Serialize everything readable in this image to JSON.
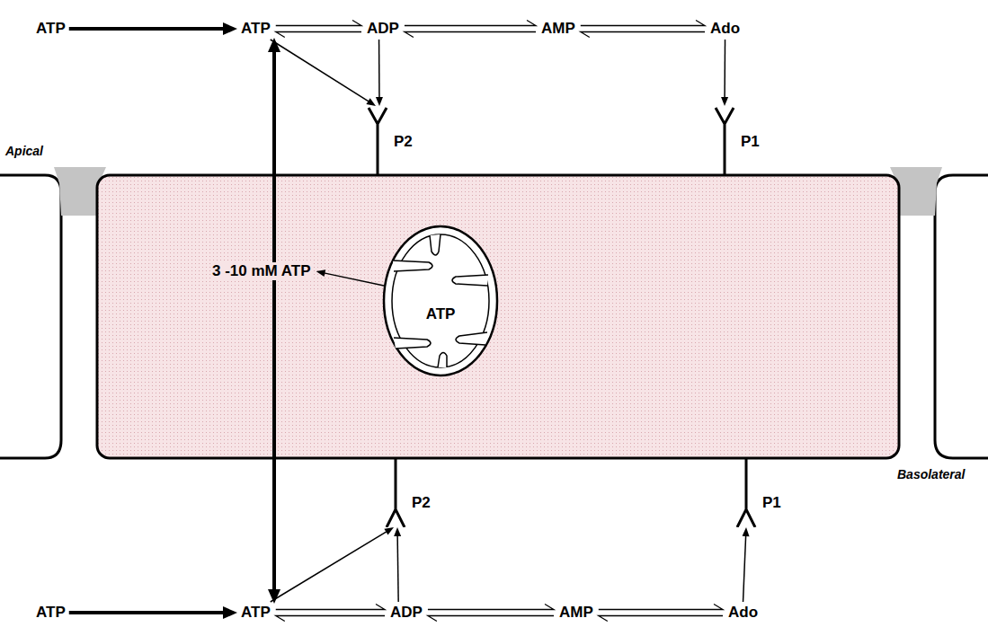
{
  "diagram": {
    "nodes": [
      {
        "text": [
          "ATP"
        ]
      },
      {
        "text": [
          "ATP"
        ]
      },
      {
        "text": [
          "ADP"
        ]
      },
      {
        "text": [
          "AMP"
        ]
      },
      {
        "text": [
          "Ado"
        ]
      },
      {
        "text": [
          "P2"
        ]
      },
      {
        "text": [
          "P1"
        ]
      },
      {
        "text": [
          "ATP"
        ]
      },
      {
        "text": [
          "3 -10 mM ATP"
        ]
      },
      {
        "text": [
          "P2"
        ]
      },
      {
        "text": [
          "P1"
        ]
      },
      {
        "text": [
          "ATP"
        ]
      },
      {
        "text": [
          "ATP"
        ]
      },
      {
        "text": [
          "ADP"
        ]
      },
      {
        "text": [
          "AMP"
        ]
      },
      {
        "text": [
          "Ado"
        ]
      }
    ],
    "edges": [
      {
        "from": 0,
        "to": 1,
        "arrow": "to"
      },
      {
        "from": 1,
        "to": 2,
        "arrow": "both"
      },
      {
        "from": 2,
        "to": 3,
        "arrow": "both"
      },
      {
        "from": 3,
        "to": 4,
        "arrow": "both"
      },
      {
        "from": 1,
        "to": 5,
        "arrow": "to"
      },
      {
        "from": 2,
        "to": 5,
        "arrow": "to"
      },
      {
        "from": 4,
        "to": 6,
        "arrow": "to"
      },
      {
        "from": 7,
        "to": 8,
        "arrow": "to"
      },
      {
        "from": 8,
        "to": 1,
        "arrow": "to"
      },
      {
        "from": 8,
        "to": 12,
        "arrow": "to"
      },
      {
        "from": 11,
        "to": 12,
        "arrow": "to"
      },
      {
        "from": 12,
        "to": 13,
        "arrow": "both"
      },
      {
        "from": 13,
        "to": 14,
        "arrow": "both"
      },
      {
        "from": 14,
        "to": 15,
        "arrow": "both"
      },
      {
        "from": 12,
        "to": 9,
        "arrow": "to"
      },
      {
        "from": 13,
        "to": 9,
        "arrow": "to"
      },
      {
        "from": 15,
        "to": 10,
        "arrow": "to"
      }
    ],
    "labels": [
      "Apical",
      "Basolateral"
    ]
  }
}
